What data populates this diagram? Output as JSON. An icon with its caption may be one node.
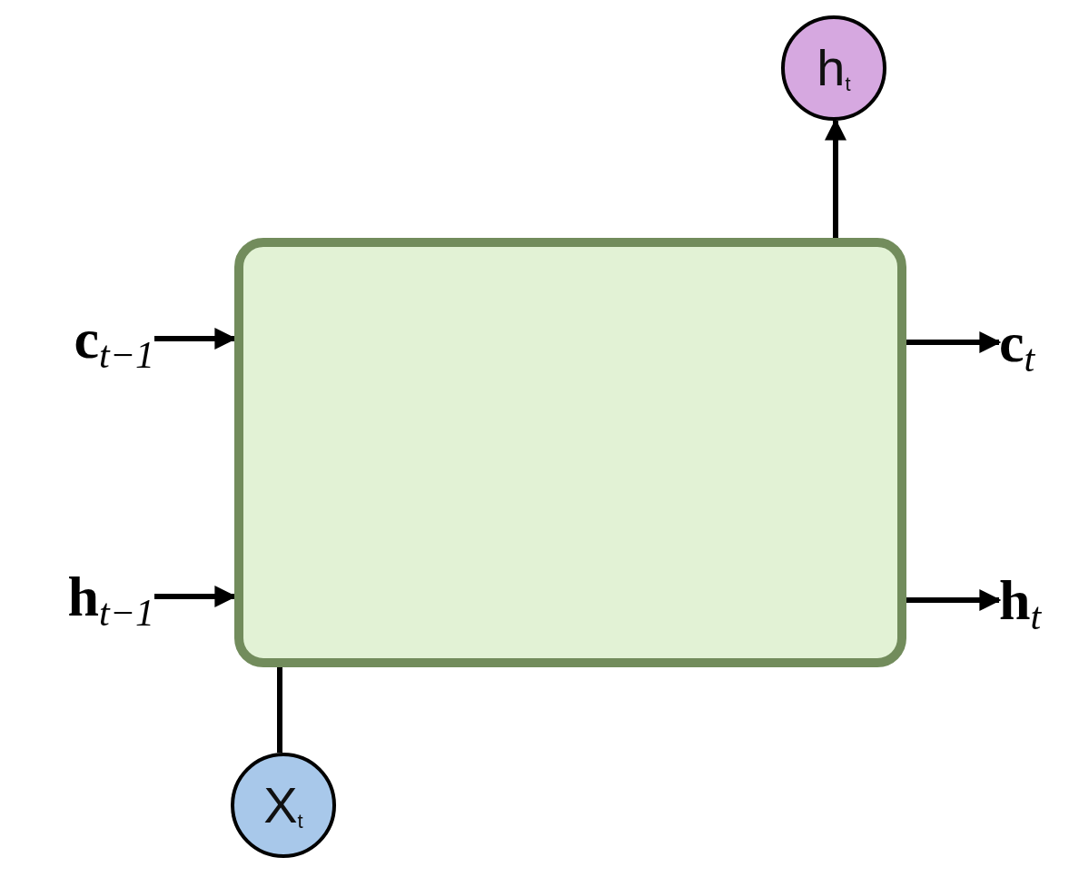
{
  "diagram": {
    "nodes": [
      {
        "text": [],
        "shape": "box"
      },
      {
        "text": [
          "h$_{t}$"
        ]
      },
      {
        "text": [
          "X$_{t}$"
        ]
      },
      {
        "text": [
          "**c**$_{t−1}$"
        ]
      },
      {
        "text": [
          "**h**$_{t−1}$"
        ]
      },
      {
        "text": [
          "**c**$_{t}$"
        ]
      },
      {
        "text": [
          "**h**$_{t}$"
        ]
      }
    ],
    "edges": [
      {
        "from": 0,
        "to": 1,
        "arrow": "to"
      },
      {
        "from": 2,
        "to": 0,
        "arrow": "none"
      },
      {
        "from": 3,
        "to": 0,
        "arrow": "to"
      },
      {
        "from": 4,
        "to": 0,
        "arrow": "to"
      },
      {
        "from": 0,
        "to": 5,
        "arrow": "to"
      },
      {
        "from": 0,
        "to": 6,
        "arrow": "to"
      }
    ]
  }
}
